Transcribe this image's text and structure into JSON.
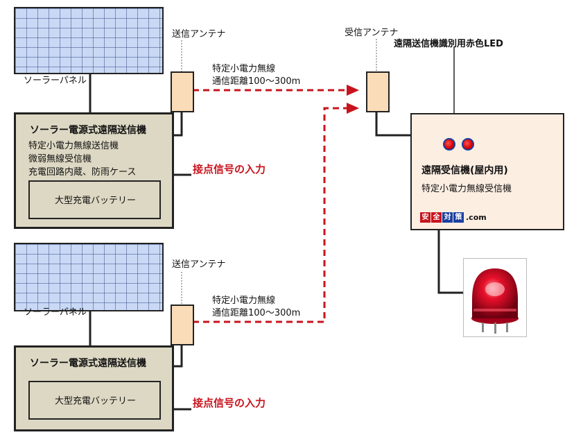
{
  "diagram": {
    "transmitter_unit_1": {
      "solar_panel_label": "ソーラーパネル",
      "antenna_label": "送信アンテナ",
      "title": "ソーラー電源式遠隔送信機",
      "features": [
        "特定小電力無線送信機",
        "微弱無線受信機",
        "充電回路内蔵、防雨ケース"
      ],
      "battery_label": "大型充電バッテリー",
      "input_label": "接点信号の入力",
      "radio_line1": "特定小電力無線",
      "radio_line2": "通信距離100～300m"
    },
    "transmitter_unit_2": {
      "solar_panel_label": "ソーラーパネル",
      "antenna_label": "送信アンテナ",
      "title": "ソーラー電源式遠隔送信機",
      "battery_label": "大型充電バッテリー",
      "input_label": "接点信号の入力",
      "radio_line1": "特定小電力無線",
      "radio_line2": "通信距離100～300m"
    },
    "receiver_unit": {
      "antenna_label": "受信アンテナ",
      "led_label": "遠隔送信機識別用赤色LED",
      "title": "遠隔受信機(屋内用)",
      "subtitle": "特定小電力無線受信機",
      "logo_chars": [
        "安",
        "全",
        "対",
        "策"
      ],
      "logo_suffix": ".com"
    },
    "colors": {
      "signal_red": "#c8141e",
      "antenna_fill": "#fbdcb8",
      "transmitter_fill": "#ddd8c3",
      "receiver_fill": "#fdeee2",
      "solar_fill": "#c9d9f5",
      "logo_cells": [
        "#c8141e",
        "#c8141e",
        "#1b3fa0",
        "#1b3fa0"
      ]
    }
  }
}
